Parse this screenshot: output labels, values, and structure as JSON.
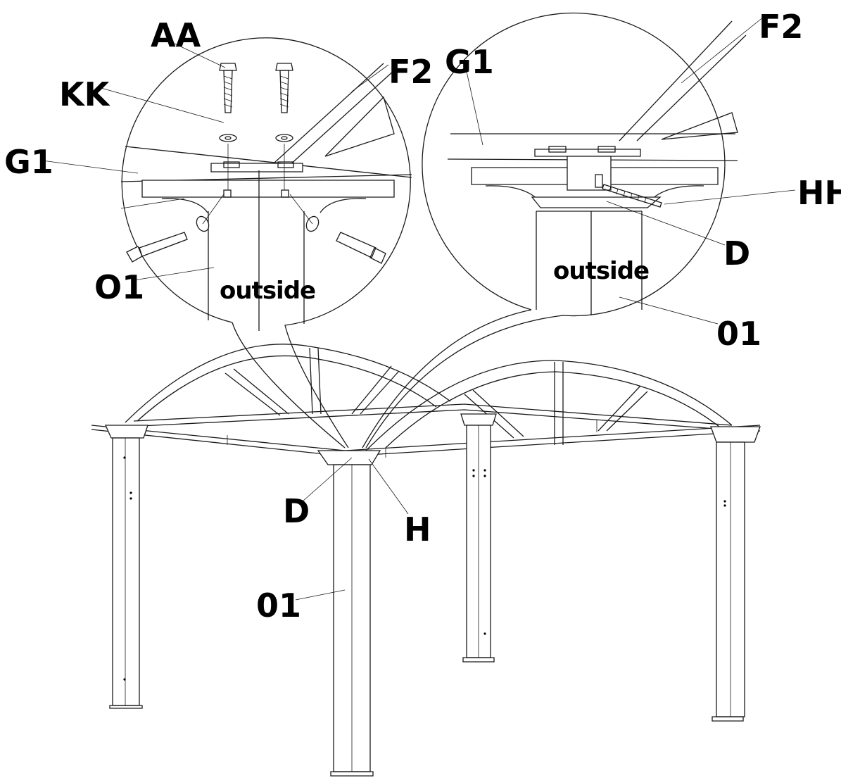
{
  "figure": {
    "labels": {
      "aa": "AA",
      "kk": "KK",
      "g1_left": "G1",
      "f2_left": "F2",
      "o1_left": "O1",
      "outside_left": "outside",
      "g1_right": "G1",
      "f2_right": "F2",
      "hh": "HH",
      "d_right": "D",
      "outside_right": "outside",
      "o1_right": "01",
      "d_main": "D",
      "h_main": "H",
      "o1_main": "01"
    }
  }
}
